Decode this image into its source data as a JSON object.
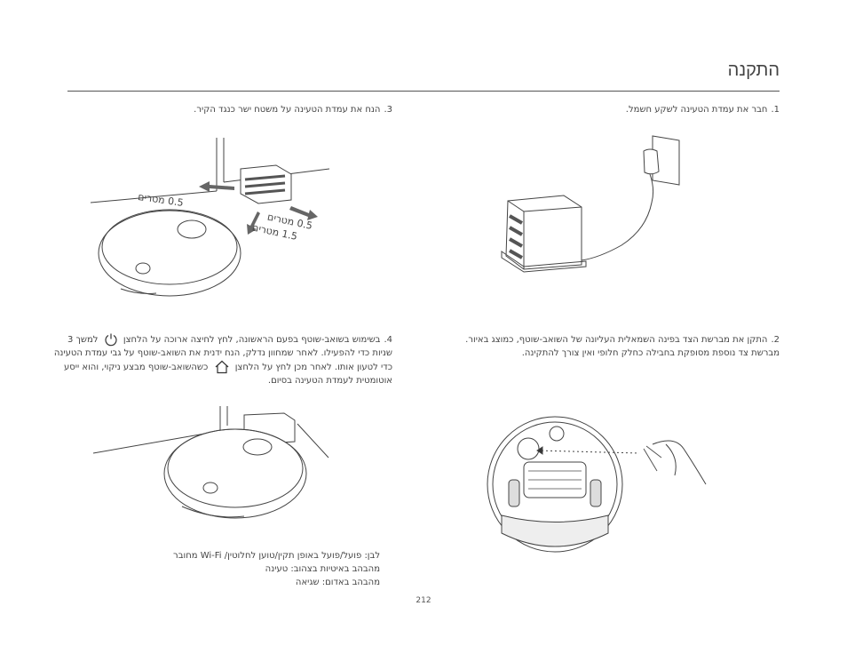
{
  "page": {
    "title": "התקנה",
    "page_number": "212"
  },
  "steps": {
    "s1": {
      "num": "1.",
      "text": "חבר את עמדת הטעינה לשקע חשמל."
    },
    "s2": {
      "num": "2.",
      "text": "התקן את מברשת הצד בפינה השמאלית העליונה של השואב-שוטף, כמוצג באיור. מברשת צד נוספת מסופקת בחבילה כחלק חלופי ואין צורך להתקינה."
    },
    "s3": {
      "num": "3.",
      "text": "הנח את עמדת הטעינה על משטח ישר כנגד הקיר."
    },
    "s4": {
      "num": "4.",
      "text_a": "בשימוש בשואב-שוטף בפעם הראשונה, לחץ לחיצה ארוכה על הלחצן",
      "text_b": "למשך 3 שניות כדי להפעילו. לאחר שמחוון נדלק, הנח ידנית את השואב-שוטף על גבי עמדת הטעינה כדי לטעון אותו. לאחר מכן לחץ על הלחצן",
      "text_c": "כשהשואב-שוטף מבצע ניקוי, והוא ייסע אוטומטית לעמדת הטעינה בסיום."
    }
  },
  "legend": {
    "line1": "לבן: פועל/פועל באופן תקין/טוען לחלוטין/ Wi-Fi מחובר",
    "line2": "מהבהב באיטיות בצהוב: טעינה",
    "line3": "מהבהב באדום: שגיאה"
  },
  "figure3": {
    "label_left": "0.5 מטרים",
    "label_right": "0.5 מטרים",
    "label_front": "1.5 מטרים"
  },
  "icons": {
    "power": "power-icon",
    "home": "home-icon"
  }
}
